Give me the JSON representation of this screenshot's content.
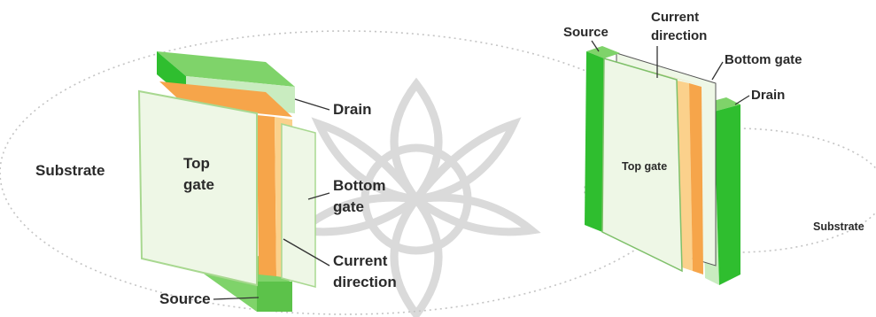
{
  "diagram": {
    "colors": {
      "dark_green": "#2fbe2f",
      "mid_green": "#7fd36a",
      "light_green": "#c9ecc0",
      "pale_panel": "#eef7e6",
      "orange": "#f6a54a",
      "light_orange": "#fbd18c",
      "substrate_ring": "#bdbdbd",
      "watermark": "#d8d8d8"
    },
    "left": {
      "labels": {
        "substrate": "Substrate",
        "top_gate_line1": "Top",
        "top_gate_line2": "gate",
        "drain": "Drain",
        "bottom_gate_line1": "Bottom",
        "bottom_gate_line2": "gate",
        "current_line1": "Current",
        "current_line2": "direction",
        "source": "Source"
      }
    },
    "right": {
      "labels": {
        "source": "Source",
        "current_line1": "Current",
        "current_line2": "direction",
        "bottom_gate": "Bottom gate",
        "drain": "Drain",
        "top_gate": "Top gate",
        "substrate": "Substrate"
      }
    }
  }
}
